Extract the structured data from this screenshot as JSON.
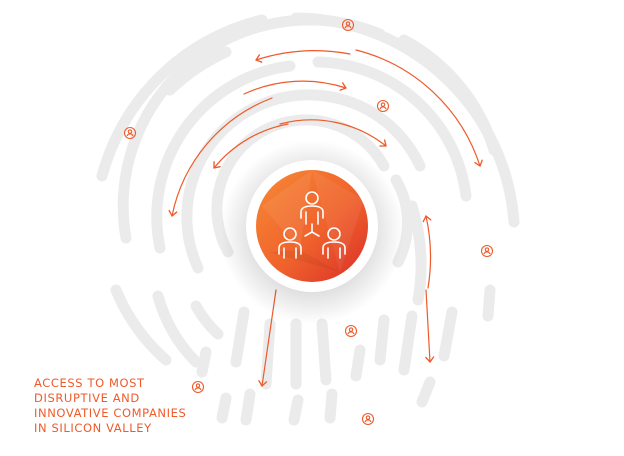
{
  "caption": {
    "lines": [
      "ACCESS TO MOST",
      "DISRUPTIVE AND",
      "INNOVATIVE COMPANIES",
      "IN SILICON VALLEY"
    ]
  },
  "colors": {
    "ridge": "#ebebeb",
    "accent": "#ef5a2a",
    "badge_light": "#f47a30",
    "badge_dark": "#e0372b",
    "icon_stroke": "#ffffff"
  },
  "icons": {
    "center": "people-network-icon",
    "peripheral": "person-icon"
  }
}
